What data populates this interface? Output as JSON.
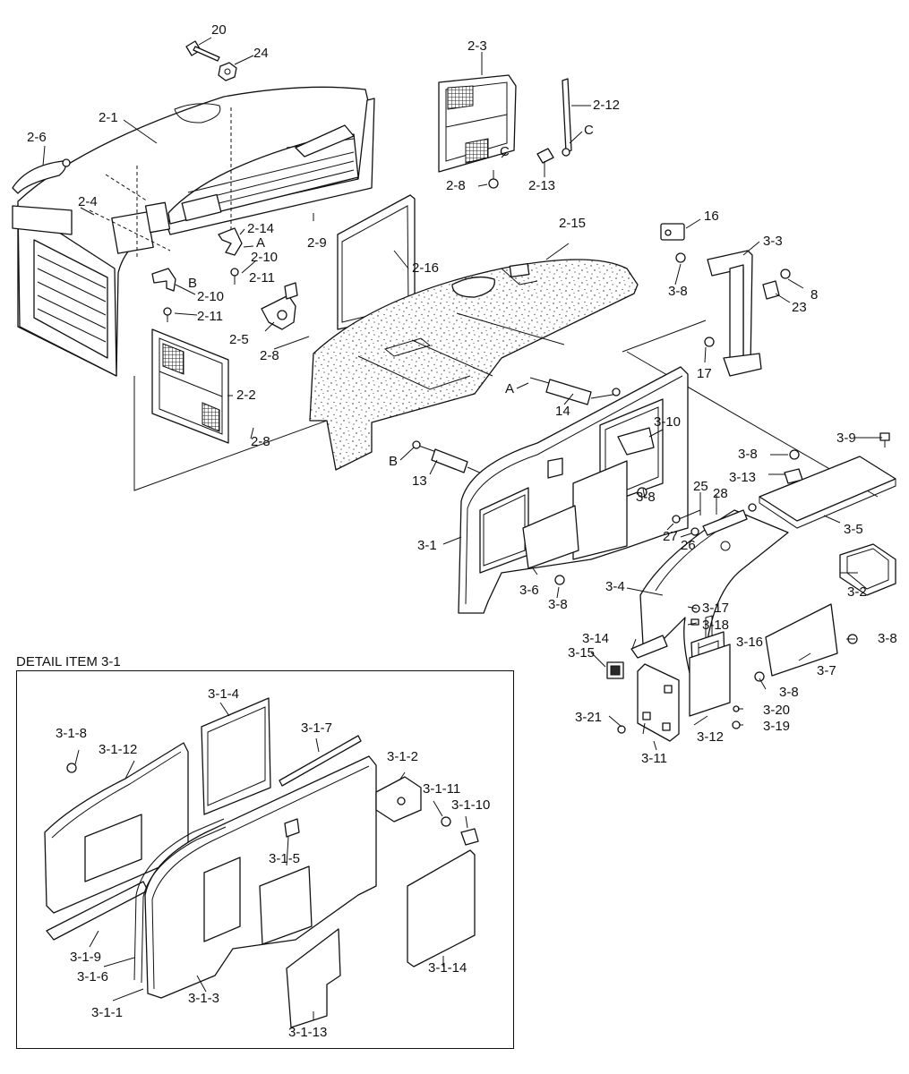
{
  "detail": {
    "title": "DETAIL ITEM 3-1"
  },
  "labels": {
    "20": "20",
    "24": "24",
    "p2_1": "2-1",
    "p2_6": "2-6",
    "p2_4": "2-4",
    "p2_3": "2-3",
    "p2_12": "2-12",
    "c1": "C",
    "c2": "C",
    "p2_8a": "2-8",
    "p2_13": "2-13",
    "p2_9": "2-9",
    "p2_14": "2-14",
    "a1": "A",
    "p2_10a": "2-10",
    "p2_11a": "2-11",
    "b1": "B",
    "p2_10b": "2-10",
    "p2_11b": "2-11",
    "p2_16": "2-16",
    "p2_5": "2-5",
    "p2_8b": "2-8",
    "p2_2": "2-2",
    "p2_8c": "2-8",
    "p2_15": "2-15",
    "16": "16",
    "p3_3": "3-3",
    "p3_8a": "3-8",
    "8": "8",
    "23": "23",
    "17": "17",
    "a2": "A",
    "14": "14",
    "p3_10": "3-10",
    "p3_8b": "3-8",
    "p3_9": "3-9",
    "p3_13": "3-13",
    "b2": "B",
    "13": "13",
    "p3_8c": "3-8",
    "25": "25",
    "28": "28",
    "27": "27",
    "26": "26",
    "p3_5": "3-5",
    "p3_1": "3-1",
    "p3_6": "3-6",
    "p3_8d": "3-8",
    "p3_2": "3-2",
    "p3_4": "3-4",
    "p3_17": "3-17",
    "p3_18": "3-18",
    "p3_14": "3-14",
    "p3_16": "3-16",
    "p3_8e": "3-8",
    "p3_15": "3-15",
    "p3_7": "3-7",
    "p3_8f": "3-8",
    "p3_20": "3-20",
    "p3_21": "3-21",
    "p3_19": "3-19",
    "p3_12": "3-12",
    "p3_11": "3-11",
    "d3_1_4": "3-1-4",
    "d3_1_8": "3-1-8",
    "d3_1_12": "3-1-12",
    "d3_1_7": "3-1-7",
    "d3_1_2": "3-1-2",
    "d3_1_11": "3-1-11",
    "d3_1_10": "3-1-10",
    "d3_1_5": "3-1-5",
    "d3_1_9": "3-1-9",
    "d3_1_6": "3-1-6",
    "d3_1_14": "3-1-14",
    "d3_1_1": "3-1-1",
    "d3_1_3": "3-1-3",
    "d3_1_13": "3-1-13"
  }
}
